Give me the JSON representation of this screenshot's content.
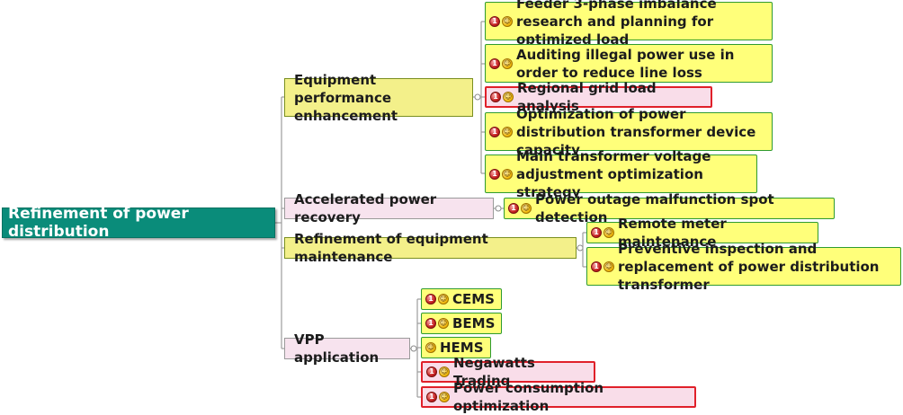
{
  "root": {
    "label": "Refinement of power distribution"
  },
  "branches": [
    {
      "label": "Equipment performance enhancement",
      "children": [
        {
          "label": "Feeder 3-phase imbalance research and planning for optimized load",
          "icons": [
            "priority-icon",
            "smiley-icon"
          ]
        },
        {
          "label": "Auditing illegal power use in order to reduce line loss",
          "icons": [
            "priority-icon",
            "smiley-icon"
          ]
        },
        {
          "label": "Regional grid load analysis",
          "icons": [
            "priority-icon",
            "smiley-icon"
          ],
          "highlight": true
        },
        {
          "label": "Optimization of power distribution transformer device capacity",
          "icons": [
            "priority-icon",
            "smiley-icon"
          ]
        },
        {
          "label": "Main transformer voltage adjustment optimization strategy",
          "icons": [
            "priority-icon",
            "smiley-icon"
          ]
        }
      ]
    },
    {
      "label": "Accelerated power recovery",
      "children": [
        {
          "label": "Power outage malfunction spot detection",
          "icons": [
            "priority-icon",
            "smiley-icon"
          ]
        }
      ]
    },
    {
      "label": "Refinement of equipment maintenance",
      "children": [
        {
          "label": "Remote meter maintenance",
          "icons": [
            "priority-icon",
            "smiley-icon"
          ]
        },
        {
          "label": "Preventive inspection and replacement of power distribution transformer",
          "icons": [
            "priority-icon",
            "smiley-icon"
          ]
        }
      ]
    },
    {
      "label": "VPP application",
      "children": [
        {
          "label": "CEMS",
          "icons": [
            "priority-icon",
            "smiley-icon"
          ]
        },
        {
          "label": "BEMS",
          "icons": [
            "priority-icon",
            "smiley-icon"
          ]
        },
        {
          "label": "HEMS",
          "icons": [
            "smiley-icon"
          ]
        },
        {
          "label": "Negawatts Trading",
          "icons": [
            "priority-icon",
            "smiley-icon"
          ],
          "highlight": true
        },
        {
          "label": "Power consumption optimization",
          "icons": [
            "priority-icon",
            "smiley-icon"
          ],
          "highlight": true
        }
      ]
    }
  ],
  "colors": {
    "root_fill": "#0a8c7a",
    "leaf_fill": "#ffff7a",
    "leaf_border": "#2f9b2f",
    "highlight_border": "#e0202a",
    "branch_fill": "#f7e3ee"
  }
}
